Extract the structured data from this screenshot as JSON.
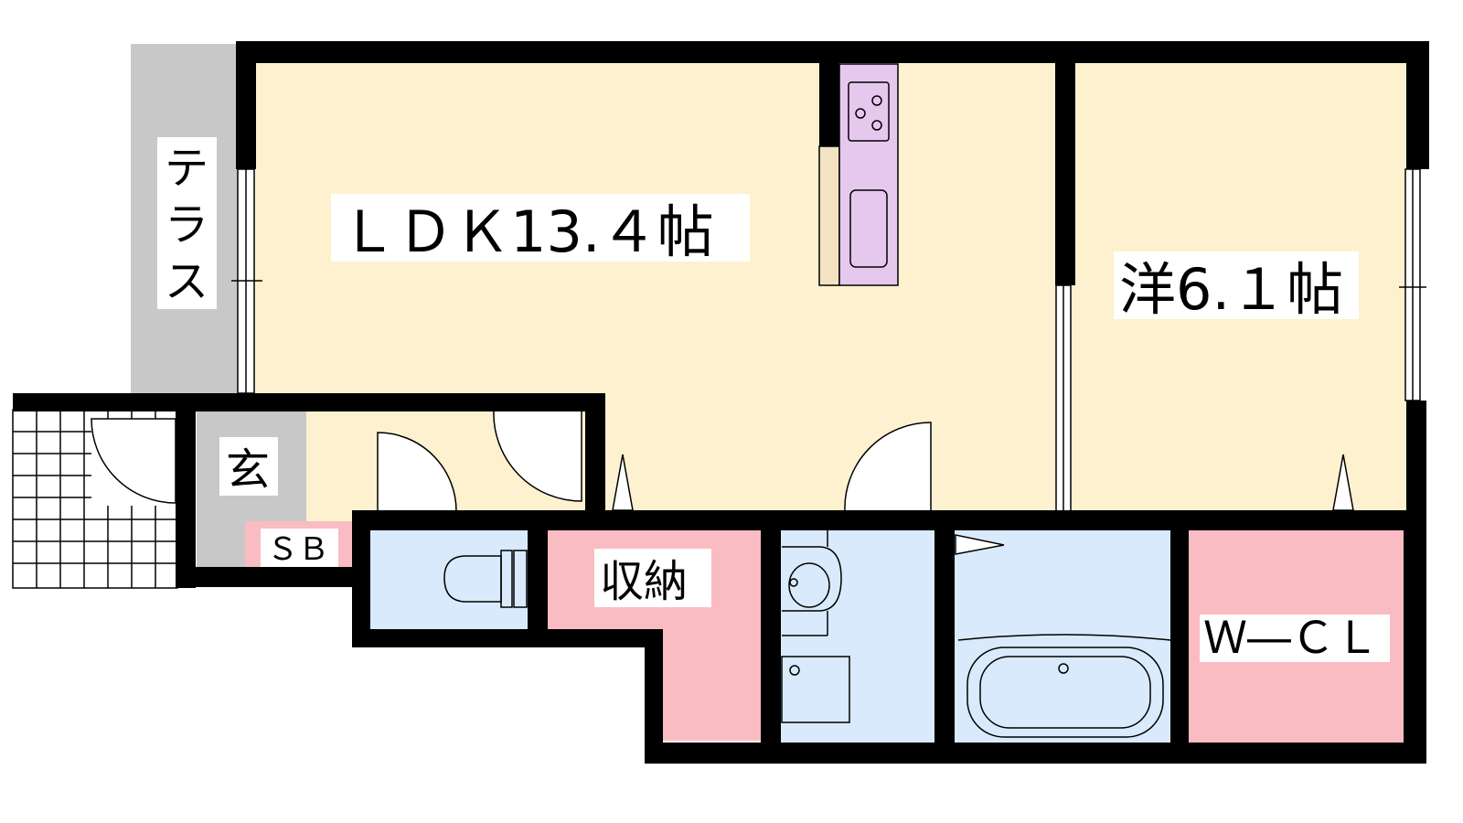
{
  "rooms": {
    "ldk": "ＬＤＫ13.４帖",
    "western": "洋6.１帖",
    "terrace": [
      "テ",
      "ラ",
      "ス"
    ],
    "entrance": "玄",
    "shoebox": "ＳＢ",
    "storage": "収納",
    "wcl": "Ｗ―ＣＬ"
  },
  "colors": {
    "living": "#fdf1cf",
    "kitchen": "#e6c8ef",
    "wet": "#d9eafc",
    "closet": "#f9bcc2",
    "terrace": "#c8c8c8",
    "wall": "#000000"
  }
}
